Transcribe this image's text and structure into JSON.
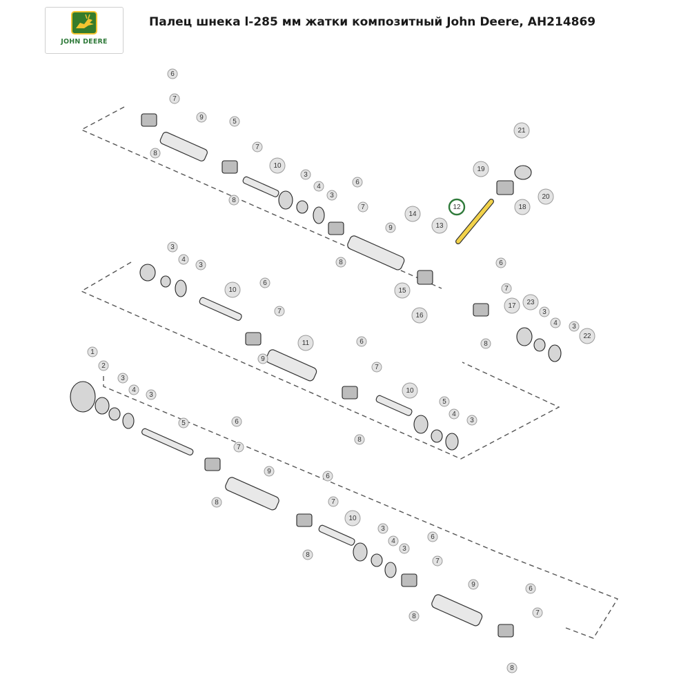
{
  "brand": {
    "logo_text": "JOHN DEERE",
    "accent": "#2f7a3a",
    "highlight": "#f2d24a"
  },
  "title": "Палец шнека l-285 мм жатки композитный John Deere, AH214869",
  "highlighted_part": "12",
  "callouts": [
    {
      "id": "c-6a",
      "label": "6"
    },
    {
      "id": "c-7a",
      "label": "7"
    },
    {
      "id": "c-9a",
      "label": "9"
    },
    {
      "id": "c-8a",
      "label": "8"
    },
    {
      "id": "c-5a",
      "label": "5"
    },
    {
      "id": "c-7b",
      "label": "7"
    },
    {
      "id": "c-10a",
      "label": "10"
    },
    {
      "id": "c-8b",
      "label": "8"
    },
    {
      "id": "c-3a",
      "label": "3"
    },
    {
      "id": "c-4a",
      "label": "4"
    },
    {
      "id": "c-3b",
      "label": "3"
    },
    {
      "id": "c-6b",
      "label": "6"
    },
    {
      "id": "c-7c",
      "label": "7"
    },
    {
      "id": "c-9b",
      "label": "9"
    },
    {
      "id": "c-8c",
      "label": "8"
    },
    {
      "id": "c-14",
      "label": "14"
    },
    {
      "id": "c-13",
      "label": "13"
    },
    {
      "id": "c-12",
      "label": "12"
    },
    {
      "id": "c-19",
      "label": "19"
    },
    {
      "id": "c-21",
      "label": "21"
    },
    {
      "id": "c-20",
      "label": "20"
    },
    {
      "id": "c-18",
      "label": "18"
    },
    {
      "id": "c-15",
      "label": "15"
    },
    {
      "id": "c-16",
      "label": "16"
    },
    {
      "id": "c-6c",
      "label": "6"
    },
    {
      "id": "c-7d",
      "label": "7"
    },
    {
      "id": "c-17",
      "label": "17"
    },
    {
      "id": "c-23",
      "label": "23"
    },
    {
      "id": "c-3c",
      "label": "3"
    },
    {
      "id": "c-4b",
      "label": "4"
    },
    {
      "id": "c-3d",
      "label": "3"
    },
    {
      "id": "c-22",
      "label": "22"
    },
    {
      "id": "c-8d",
      "label": "8"
    },
    {
      "id": "c-3e",
      "label": "3"
    },
    {
      "id": "c-4c",
      "label": "4"
    },
    {
      "id": "c-3f",
      "label": "3"
    },
    {
      "id": "c-10b",
      "label": "10"
    },
    {
      "id": "c-6d",
      "label": "6"
    },
    {
      "id": "c-7e",
      "label": "7"
    },
    {
      "id": "c-11",
      "label": "11"
    },
    {
      "id": "c-9c",
      "label": "9"
    },
    {
      "id": "c-6e",
      "label": "6"
    },
    {
      "id": "c-7f",
      "label": "7"
    },
    {
      "id": "c-10c",
      "label": "10"
    },
    {
      "id": "c-5b",
      "label": "5"
    },
    {
      "id": "c-4d",
      "label": "4"
    },
    {
      "id": "c-3g",
      "label": "3"
    },
    {
      "id": "c-8e",
      "label": "8"
    },
    {
      "id": "c-1",
      "label": "1"
    },
    {
      "id": "c-2",
      "label": "2"
    },
    {
      "id": "c-3h",
      "label": "3"
    },
    {
      "id": "c-4e",
      "label": "4"
    },
    {
      "id": "c-3i",
      "label": "3"
    },
    {
      "id": "c-5c",
      "label": "5"
    },
    {
      "id": "c-6f",
      "label": "6"
    },
    {
      "id": "c-7g",
      "label": "7"
    },
    {
      "id": "c-8f",
      "label": "8"
    },
    {
      "id": "c-9d",
      "label": "9"
    },
    {
      "id": "c-6g",
      "label": "6"
    },
    {
      "id": "c-7h",
      "label": "7"
    },
    {
      "id": "c-10d",
      "label": "10"
    },
    {
      "id": "c-8g",
      "label": "8"
    },
    {
      "id": "c-3j",
      "label": "3"
    },
    {
      "id": "c-4f",
      "label": "4"
    },
    {
      "id": "c-3k",
      "label": "3"
    },
    {
      "id": "c-6h",
      "label": "6"
    },
    {
      "id": "c-7i",
      "label": "7"
    },
    {
      "id": "c-8h",
      "label": "8"
    },
    {
      "id": "c-9e",
      "label": "9"
    },
    {
      "id": "c-6i",
      "label": "6"
    },
    {
      "id": "c-7j",
      "label": "7"
    },
    {
      "id": "c-8i",
      "label": "8"
    }
  ]
}
